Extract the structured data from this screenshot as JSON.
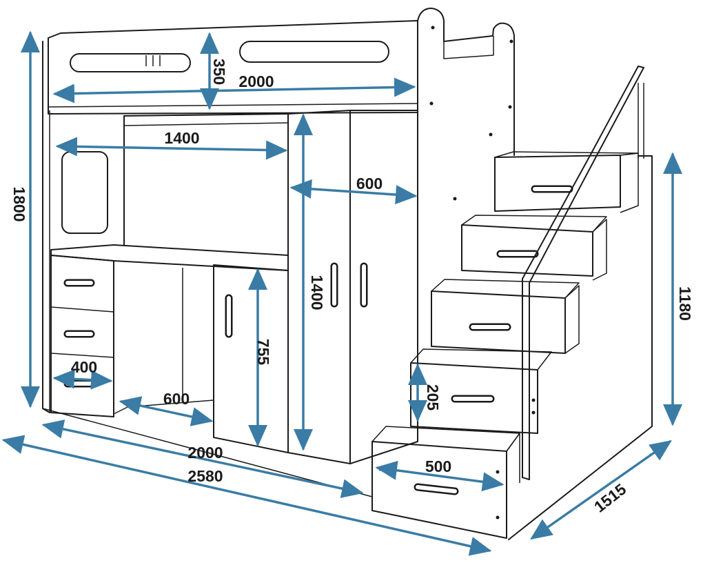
{
  "colors": {
    "line": "#1a1a1a",
    "dimension_arrow": "#3a7ca5",
    "background": "#ffffff"
  },
  "dimensions": {
    "total_height": "1800",
    "guard_rail_height": "350",
    "bed_length": "2000",
    "desk_opening_width": "1400",
    "wardrobe_width": "600",
    "wardrobe_height": "1400",
    "desk_cabinet_height": "755",
    "drawer_unit_width": "400",
    "desk_depth": "600",
    "base_length": "2000",
    "total_length": "2580",
    "stairs_height": "1180",
    "step_height": "205",
    "step_width": "500",
    "total_depth": "1515"
  }
}
